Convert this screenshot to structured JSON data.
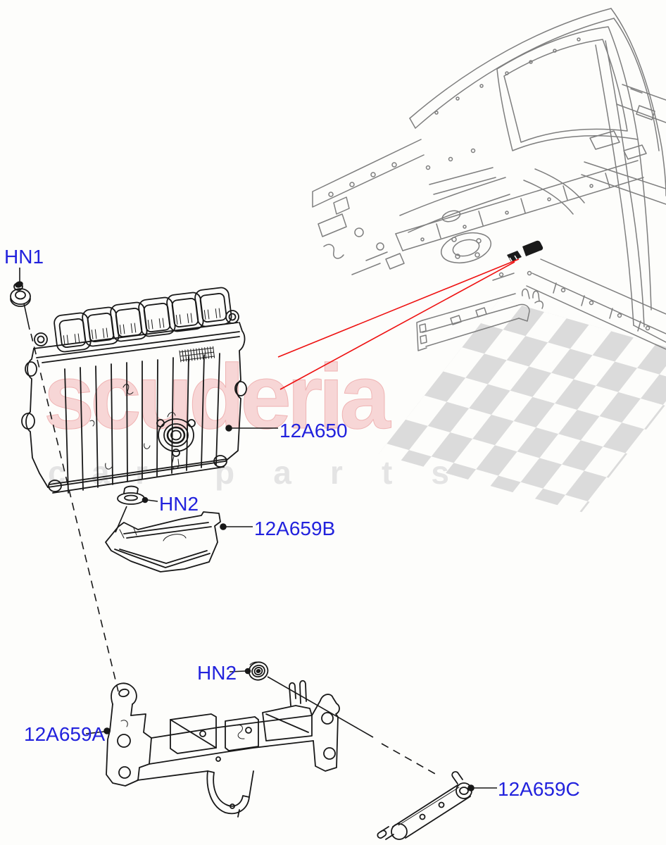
{
  "diagram": {
    "description_labels": {
      "hn1": "HN1",
      "ecu": "12A650",
      "hn2_upper": "HN2",
      "bracket_b": "12A659B",
      "hn2_lower": "HN2",
      "bracket_a": "12A659A",
      "strap_c": "12A659C"
    }
  },
  "watermark": {
    "brand": "scuderia",
    "tagline_letters": [
      "c",
      "a",
      "r",
      "p",
      "a",
      "r",
      "t",
      "s"
    ]
  },
  "colors": {
    "callout_text": "#2222dd",
    "leader_red": "#ee1111",
    "part_line_art": "#181818",
    "vehicle_body_gray": "#7e7e7e",
    "watermark_pink": "#f7d6d6",
    "watermark_gray": "#e4e4e4",
    "flag_gray": "#dbdbdb",
    "background": "#fdfdfb"
  }
}
